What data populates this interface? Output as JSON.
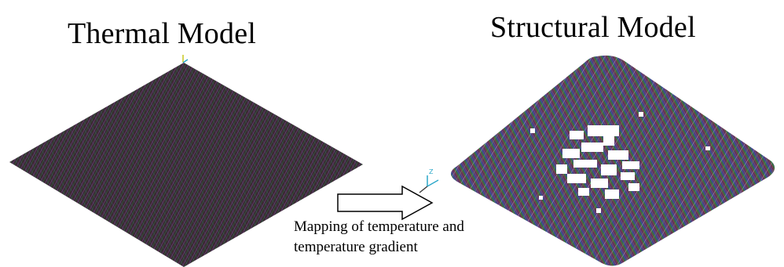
{
  "thermal": {
    "title": "Thermal Model"
  },
  "structural": {
    "title": "Structural Model"
  },
  "mapping": {
    "caption_line1": "Mapping of temperature and",
    "caption_line2": "temperature gradient"
  },
  "colors": {
    "mesh_dark": "#3a2a32",
    "mesh_line_purple": "#6a3c78",
    "mesh_line_green": "#2f8a3a",
    "mesh_line_red": "#b03a3a",
    "mesh_line_blue": "#3858a8",
    "hole_fill": "#ffffff",
    "arrow_stroke": "#000000"
  },
  "icons": {
    "arrow": "right-outline-arrow",
    "axes": "coordinate-triad-icon"
  }
}
